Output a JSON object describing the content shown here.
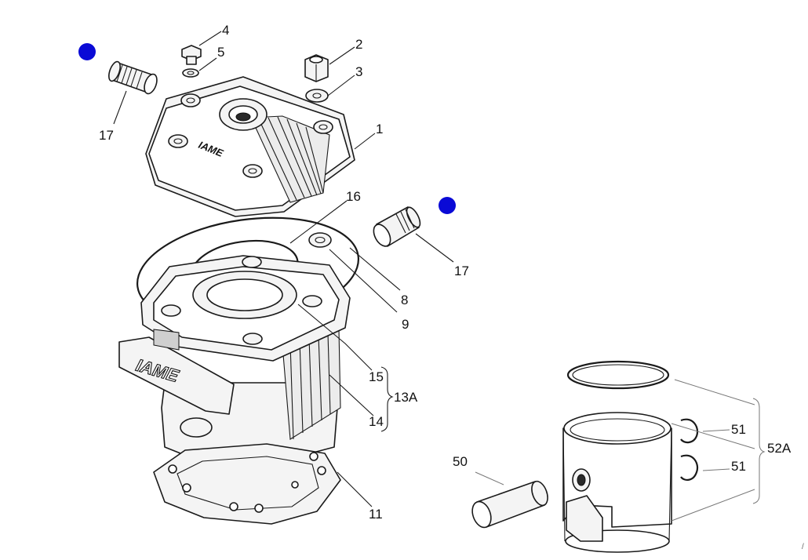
{
  "diagram": {
    "callouts": {
      "c1": "1",
      "c2": "2",
      "c3": "3",
      "c4": "4",
      "c5": "5",
      "c8": "8",
      "c9": "9",
      "c11": "11",
      "c14": "14",
      "c15": "15",
      "c16": "16",
      "c17a": "17",
      "c17b": "17",
      "c13a": "13A",
      "c50": "50",
      "c51a": "51",
      "c51b": "51",
      "c52a": "52A"
    },
    "brand_labels": {
      "head": "IAME",
      "cylinder": "IAME"
    },
    "corner_mark": "/",
    "marker_color": "#0a0ad6"
  }
}
